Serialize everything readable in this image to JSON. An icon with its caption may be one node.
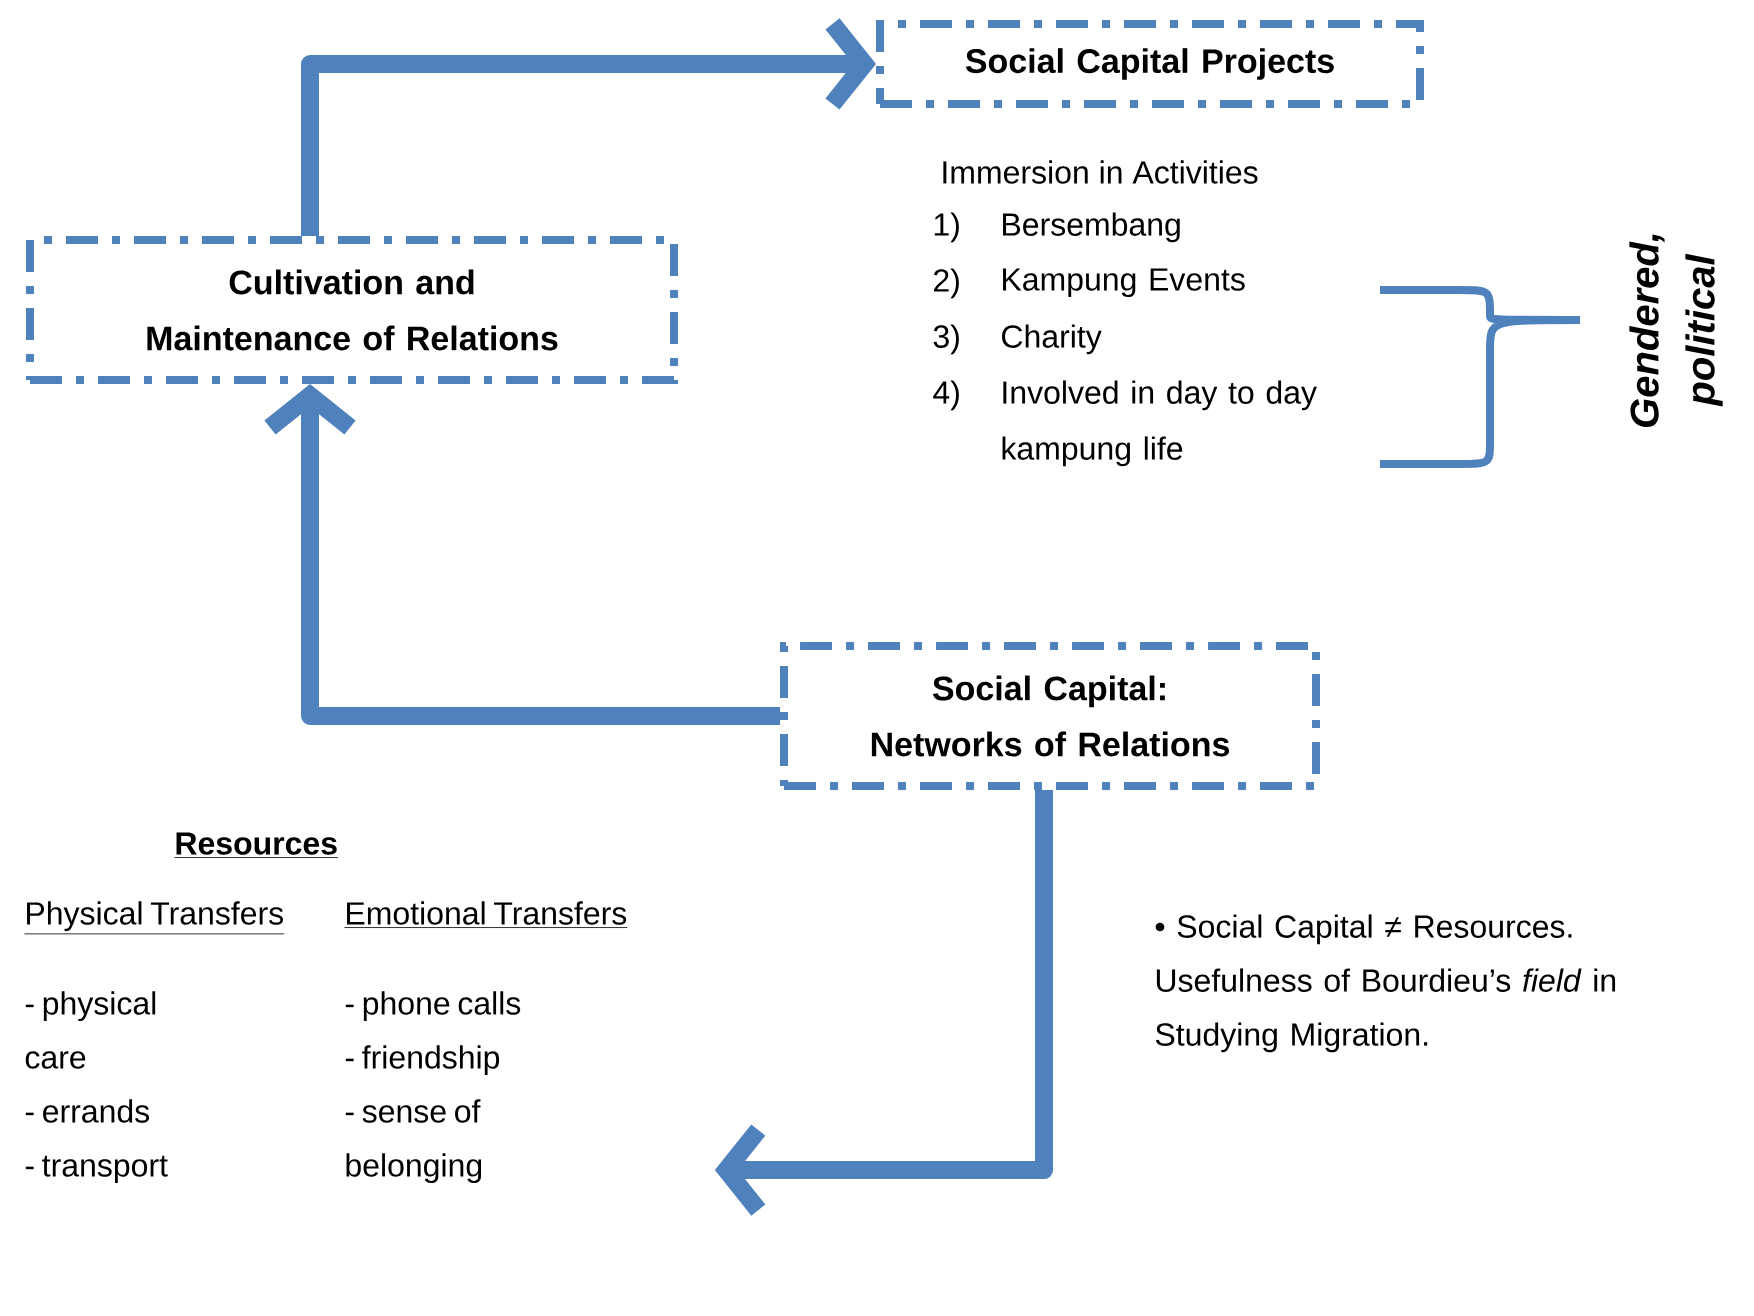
{
  "diagram": {
    "nodes": [
      {
        "text": [
          "Social Capital Projects"
        ]
      },
      {
        "text": [
          "Cultivation and Maintenance of Relations"
        ]
      },
      {
        "text": [
          "Social Capital: Networks of Relations"
        ]
      },
      {
        "text": [
          "Resources",
          "Physical Transfers",
          "Emotional Transfers",
          "- physical care",
          "- errands",
          "- transport",
          "- phone calls",
          "- friendship",
          "- sense of belonging"
        ]
      }
    ],
    "edges": [
      {
        "from": 1,
        "to": 0,
        "arrow": "to"
      },
      {
        "from": 2,
        "to": 1,
        "arrow": "to"
      },
      {
        "from": 2,
        "to": 3,
        "arrow": "to"
      }
    ],
    "labels": [
      "Immersion in Activities",
      "1)",
      "Bersembang",
      "2)",
      "Kampung Events",
      "3)",
      "Charity",
      "4)",
      "Involved in day to day kampung life",
      "Gendered, political",
      "• Social Capital ≠ Resources. Usefulness of Bourdieu’s *field* in Studying Migration."
    ]
  }
}
